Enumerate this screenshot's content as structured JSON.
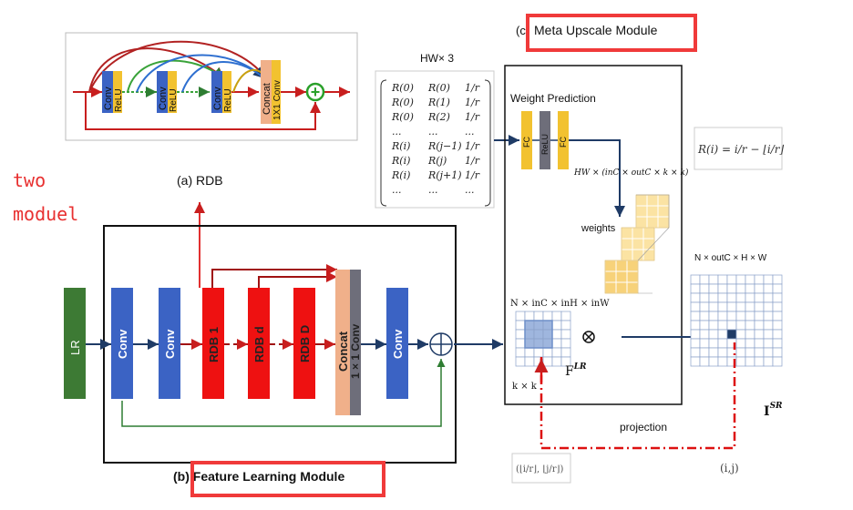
{
  "rdb_inset": {
    "blocks": [
      {
        "label": "Conv",
        "sub": "ReLU"
      },
      {
        "label": "Conv",
        "sub": "ReLU"
      },
      {
        "label": "Conv",
        "sub": "ReLU"
      },
      {
        "label": "Concat",
        "sub": "1X1 Conv"
      }
    ],
    "plus": "+"
  },
  "labels": {
    "rdb_caption": "(a) RDB",
    "two_module_line1": "two",
    "two_module_line2": "moduel",
    "feature_learning": "(b) Feature Learning  Module",
    "meta_upscale_prefix": "(c)",
    "meta_upscale": "Meta Upscale Module",
    "hw3": "HW× 3",
    "weight_prediction": "Weight Prediction",
    "weight_shape": "HW × (inC × outC × k × k)",
    "weights": "weights",
    "feature_shape": "N × inC × inH × inW",
    "output_shape": "N × outC × H × W",
    "kxk": "k × k",
    "flr": "F",
    "flr_sup": "LR",
    "isr": "I",
    "isr_sup": "SR",
    "projection": "projection",
    "proj_coord": "(⌊i/r⌋, ⌊j/r⌋)",
    "out_coord": "(i,j)",
    "ri_formula": "R(i) = i/r − ⌊i/r⌋",
    "otimes": "⊗"
  },
  "matrix_rows": [
    [
      "R(0)",
      "R(0)",
      "1/r"
    ],
    [
      "R(0)",
      "R(1)",
      "1/r"
    ],
    [
      "R(0)",
      "R(2)",
      "1/r"
    ],
    [
      "...",
      "...",
      "..."
    ],
    [
      "R(i)",
      "R(j−1)",
      "1/r"
    ],
    [
      "R(i)",
      "R(j)",
      "1/r"
    ],
    [
      "R(i)",
      "R(j+1)",
      "1/r"
    ],
    [
      "...",
      "...",
      "..."
    ]
  ],
  "pipeline": {
    "lr": "LR",
    "conv1": "Conv",
    "conv2": "Conv",
    "rdb1": "RDB 1",
    "rdbd": "RDB d",
    "rdbD": "RDB D",
    "concat": "Concat",
    "concat_conv": "1 × 1  Conv",
    "conv3": "Conv",
    "plus": "+"
  },
  "fc_blocks": [
    "FC",
    "ReLU",
    "FC"
  ],
  "colors": {
    "green": "#3d7a34",
    "blue": "#3b63c4",
    "red": "#ee1111",
    "peach": "#f0b08a",
    "gray": "#6e6e7a",
    "yellow": "#f2c230",
    "darkred": "#a01212",
    "navy": "#1f3b66",
    "highlight": "#f03a3a"
  }
}
